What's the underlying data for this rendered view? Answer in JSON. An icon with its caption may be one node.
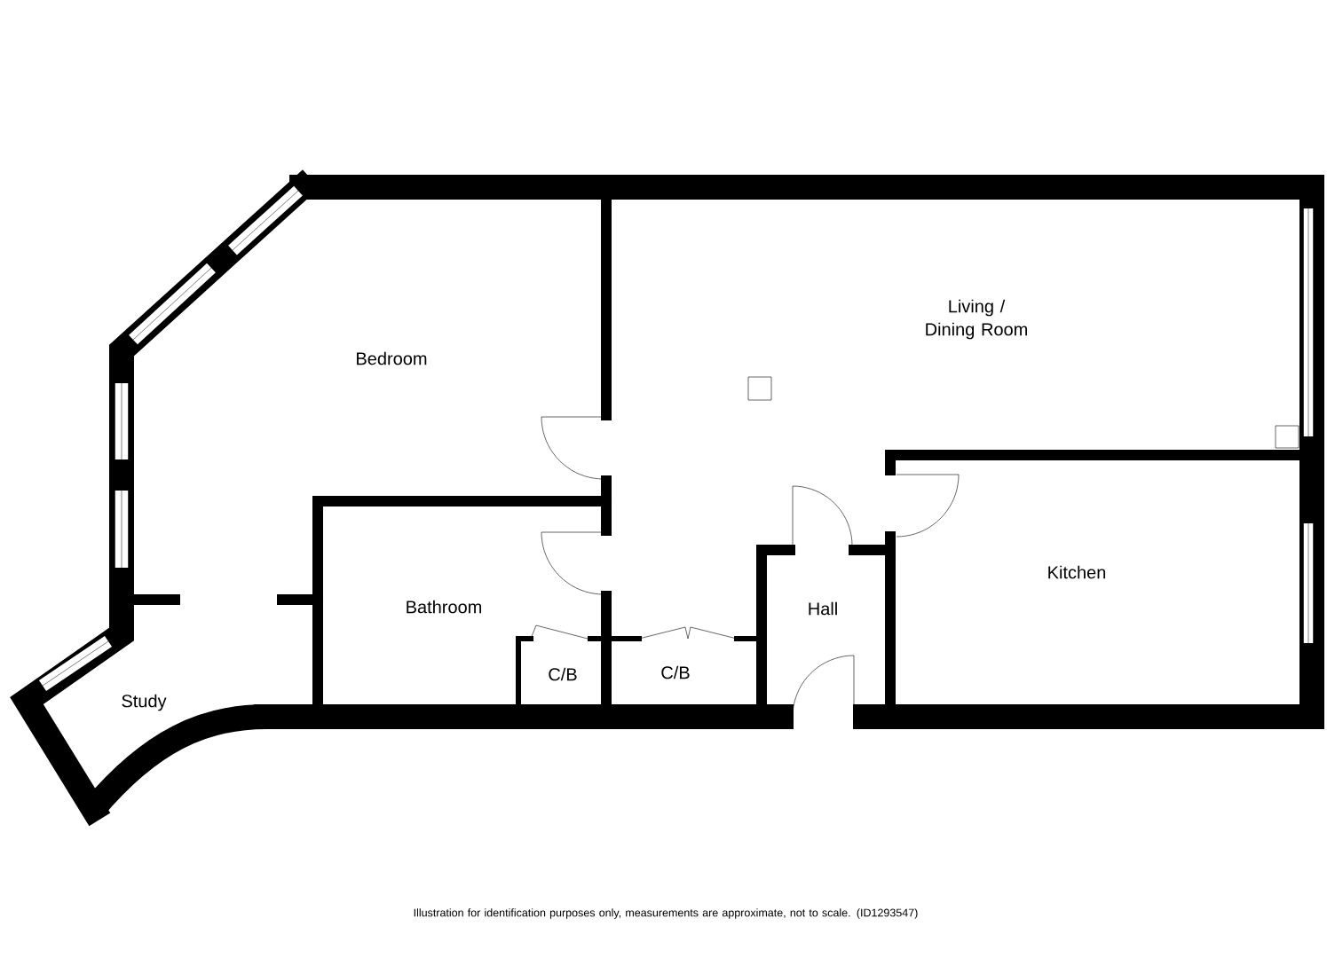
{
  "diagram": {
    "caption": "Illustration for identification purposes only, measurements are approximate, not to scale. (ID1293547)",
    "labels": [
      "Bedroom",
      "Living / Dining Room",
      "Kitchen",
      "Hall",
      "Bathroom",
      "C/B",
      "C/B",
      "Study"
    ]
  }
}
